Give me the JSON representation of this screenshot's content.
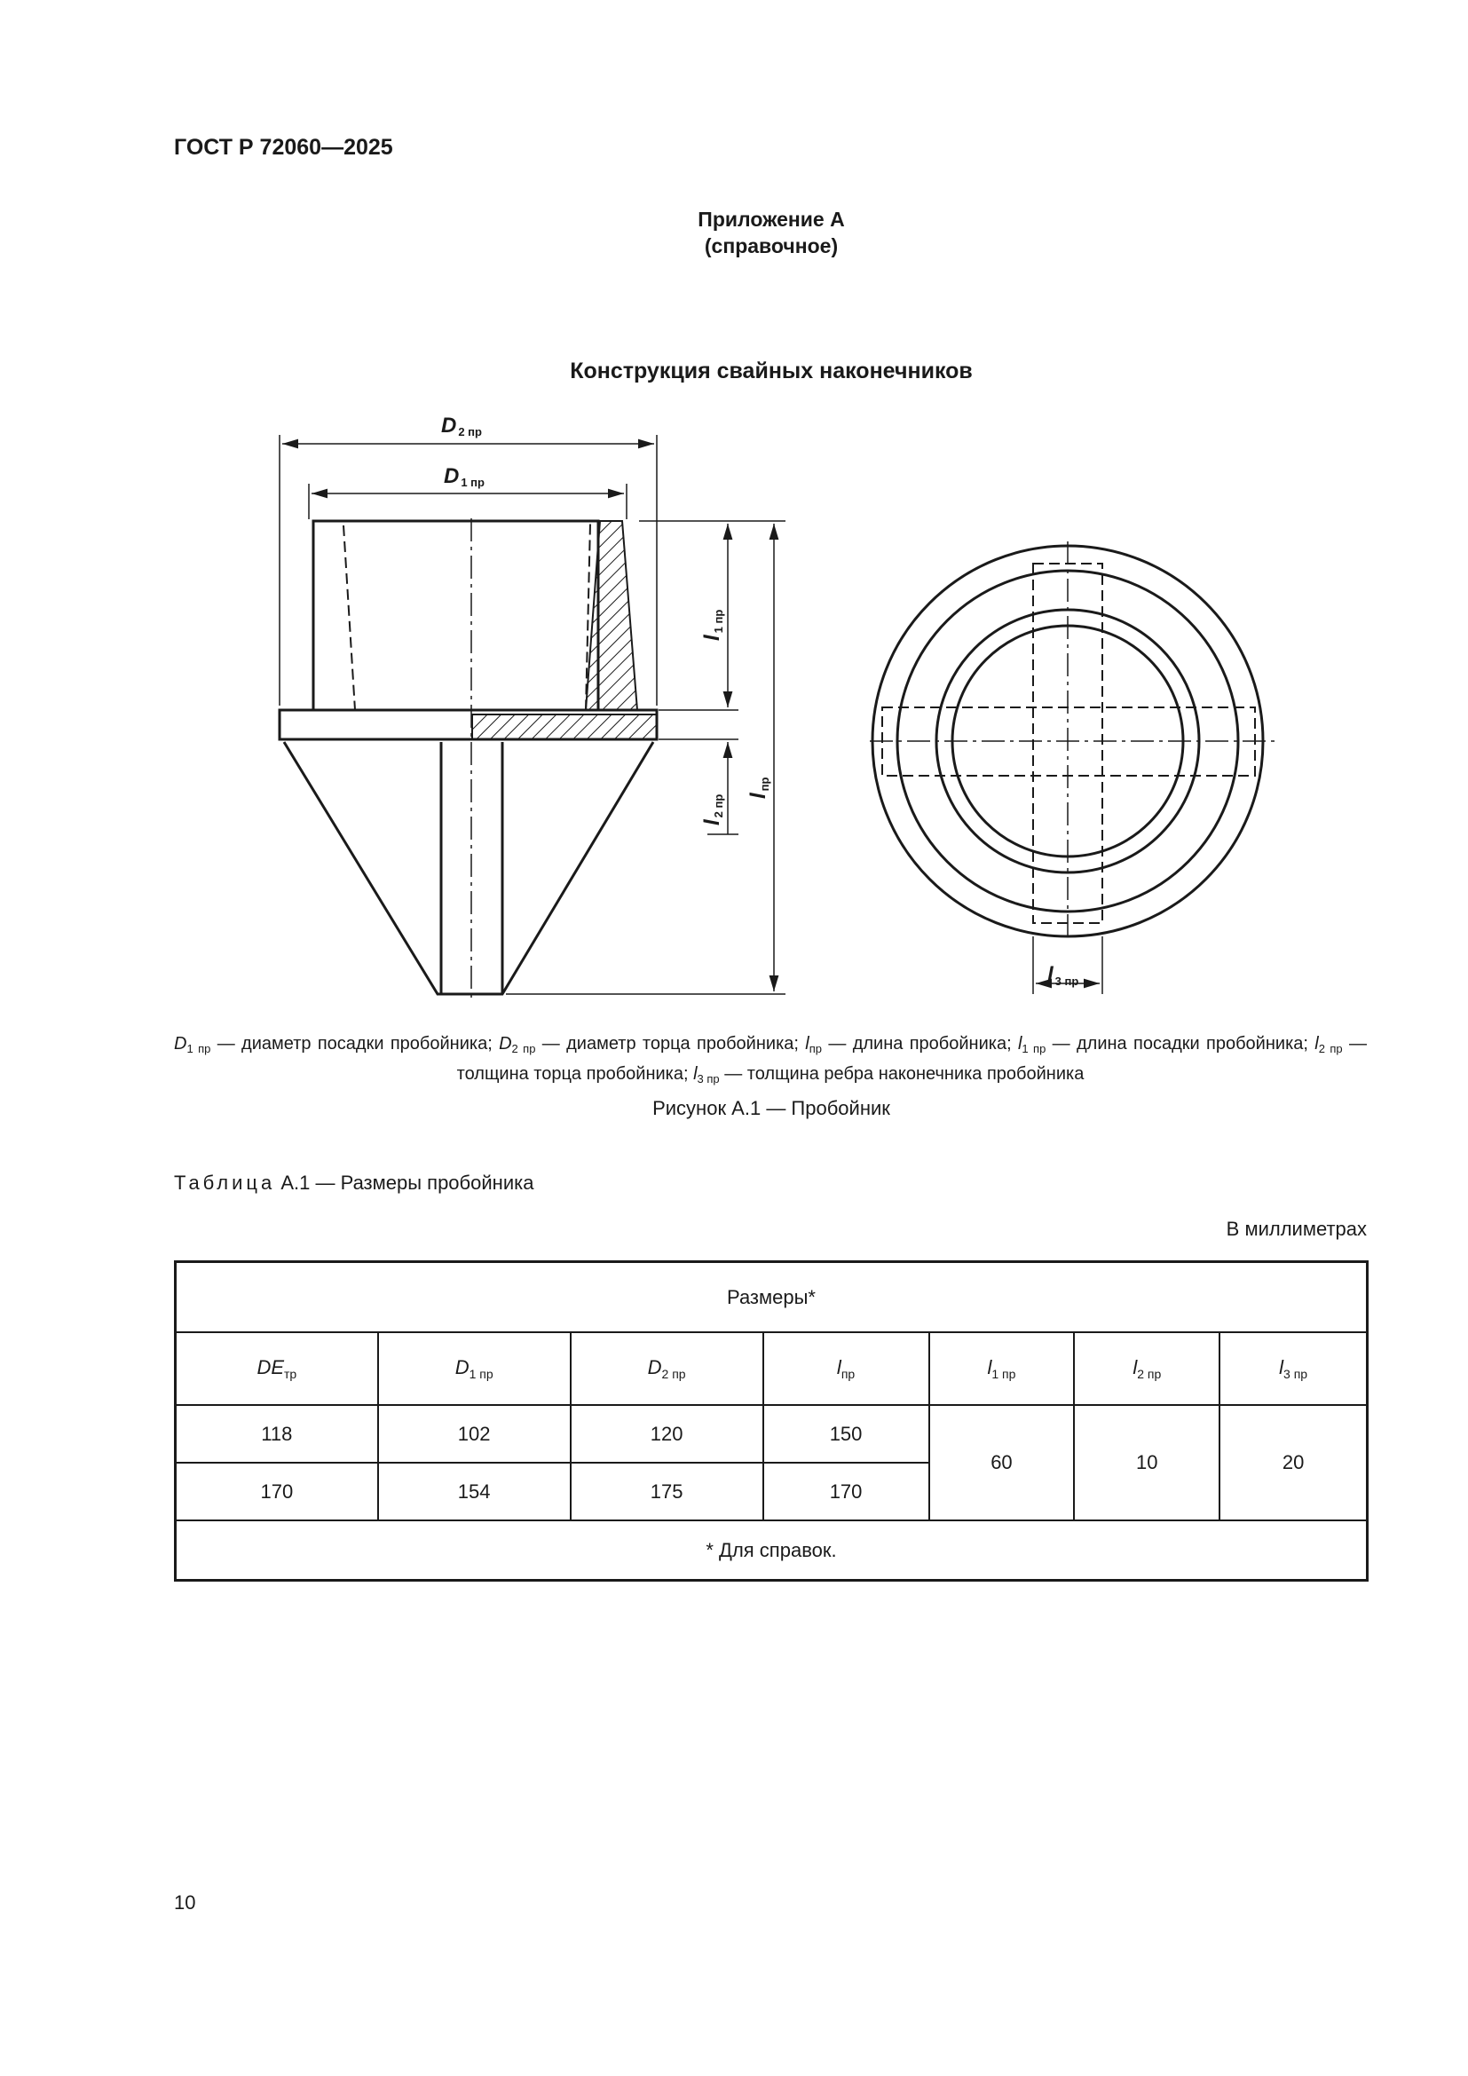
{
  "header": {
    "doc_code": "ГОСТ Р 72060—2025"
  },
  "annex": {
    "title": "Приложение А",
    "subtitle": "(справочное)"
  },
  "figure": {
    "heading": "Конструкция свайных наконечников",
    "dim_labels": {
      "d2": "D",
      "d2_sub": "2 пр",
      "d1": "D",
      "d1_sub": "1 пр",
      "l1": "l",
      "l1_sub": "1 пр",
      "l2": "l",
      "l2_sub": "2 пр",
      "l": "l",
      "l_sub": "пр",
      "l3": "l",
      "l3_sub": "3 пр"
    },
    "legend": [
      {
        "sym": "D",
        "sub": "1 пр",
        "text": " — диаметр посадки пробойника; "
      },
      {
        "sym": "D",
        "sub": "2 пр",
        "text": " — диаметр торца пробойника; "
      },
      {
        "sym": "l",
        "sub": "пр",
        "text": " — длина пробойника; "
      },
      {
        "sym": "l",
        "sub": "1 пр",
        "text": " — длина посадки пробойника; "
      },
      {
        "sym": "l",
        "sub": "2 пр",
        "text": " — толщина торца пробойника; "
      },
      {
        "sym": "l",
        "sub": "3 пр",
        "text": " — толщина ребра наконечника пробойника"
      }
    ],
    "caption": "Рисунок А.1 — Пробойник"
  },
  "table": {
    "caption_spaced": "Таблица",
    "caption_rest": " А.1 — Размеры пробойника",
    "units": "В миллиметрах",
    "group_header": "Размеры*",
    "columns": [
      {
        "sym": "DE",
        "sub": "тр"
      },
      {
        "sym": "D",
        "sub": "1 пр"
      },
      {
        "sym": "D",
        "sub": "2 пр"
      },
      {
        "sym": "l",
        "sub": "пр"
      },
      {
        "sym": "l",
        "sub": "1 пр"
      },
      {
        "sym": "l",
        "sub": "2 пр"
      },
      {
        "sym": "l",
        "sub": "3 пр"
      }
    ],
    "rows": [
      [
        "118",
        "102",
        "120",
        "150"
      ],
      [
        "170",
        "154",
        "175",
        "170"
      ]
    ],
    "shared": [
      "60",
      "10",
      "20"
    ],
    "footnote": "*  Для справок."
  },
  "page_number": "10"
}
